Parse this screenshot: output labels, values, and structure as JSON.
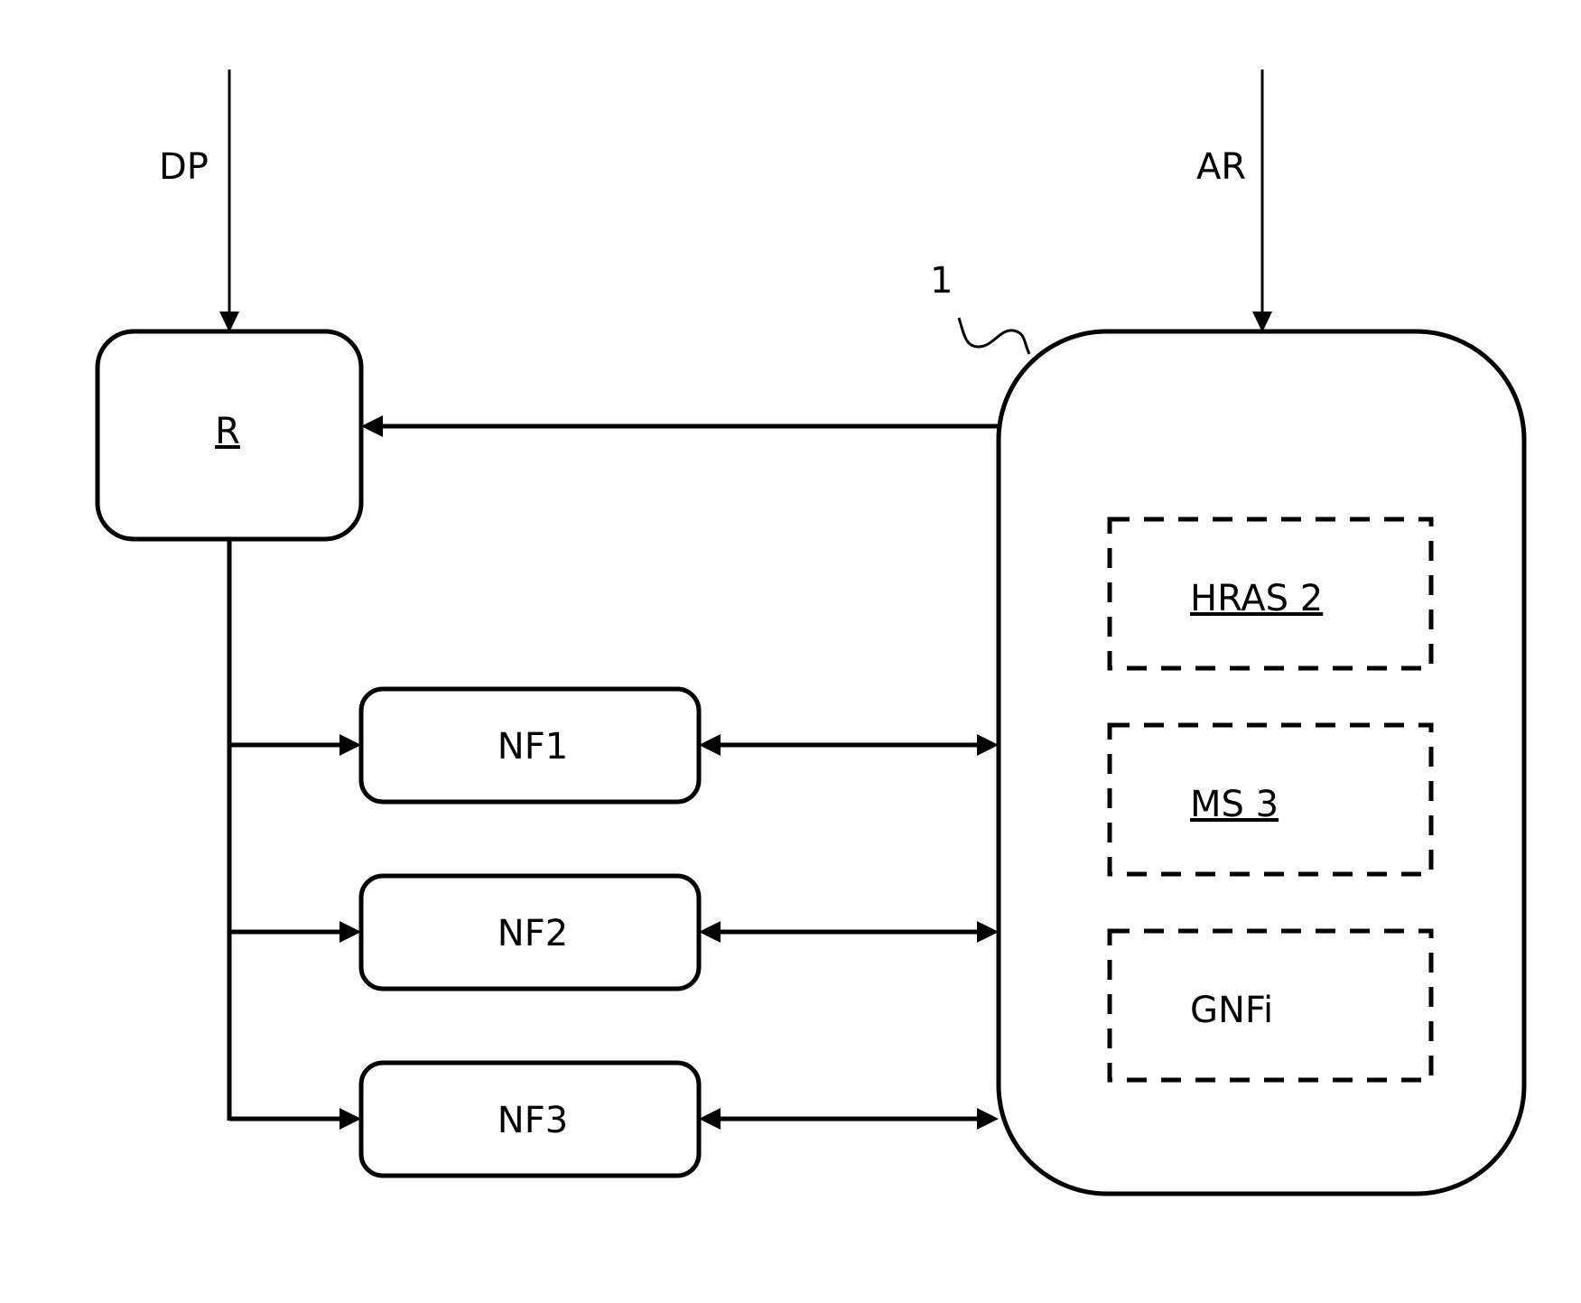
{
  "labels": {
    "input_dp": "DP",
    "input_ar": "AR",
    "ref_1": "1",
    "block_r": "R",
    "nf1": "NF1",
    "nf2": "NF2",
    "nf3": "NF3",
    "hras": "HRAS 2",
    "ms": "MS 3",
    "gnfi": "GNFi"
  }
}
